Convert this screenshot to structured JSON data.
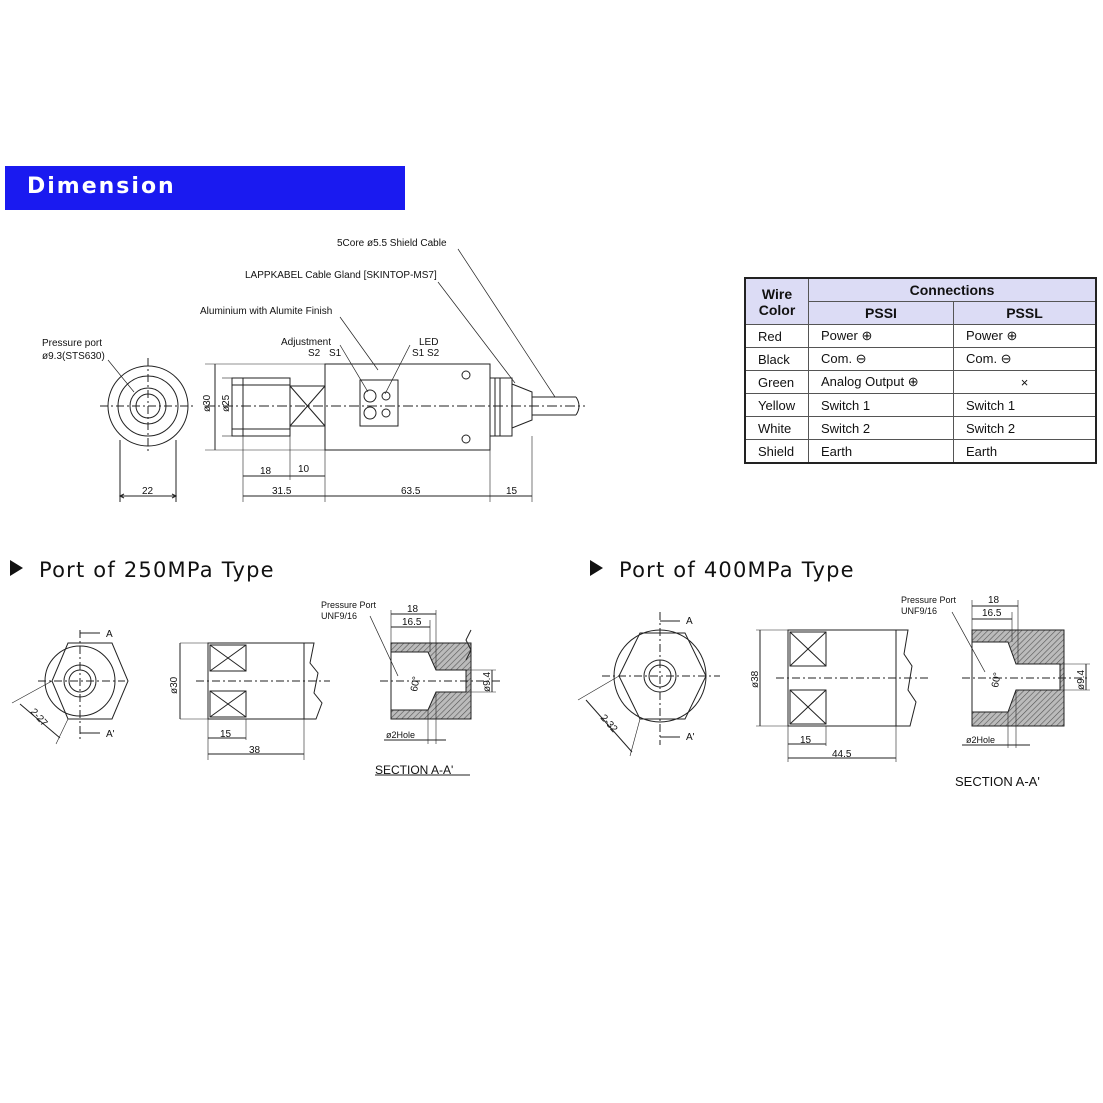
{
  "banner": {
    "title": "Dimension"
  },
  "main_drawing": {
    "labels": {
      "cable": "5Core ø5.5 Shield Cable",
      "gland": "LAPPKABEL Cable Gland [SKINTOP-MS7]",
      "body": "Aluminium with Alumite Finish",
      "adjustment": "Adjustment",
      "adjustment_s2": "S2",
      "adjustment_s1": "S1",
      "led": "LED",
      "led_s1s2": "S1 S2",
      "pressure_port": "Pressure port",
      "pressure_port_spec": "ø9.3(STS630)"
    },
    "dims": {
      "d30": "ø30",
      "d25": "ø25",
      "w22": "22",
      "w18": "18",
      "w10": "10",
      "w31_5": "31.5",
      "w63_5": "63.5",
      "w15": "15"
    }
  },
  "wire_table": {
    "header_col1": "Wire Color",
    "header_group": "Connections",
    "header_pssi": "PSSI",
    "header_pssl": "PSSL",
    "rows": [
      {
        "color": "Red",
        "pssi": "Power ⊕",
        "pssl": "Power ⊕"
      },
      {
        "color": "Black",
        "pssi": "Com. ⊖",
        "pssl": "Com. ⊖"
      },
      {
        "color": "Green",
        "pssi": "Analog Output ⊕",
        "pssl": "×"
      },
      {
        "color": "Yellow",
        "pssi": "Switch 1",
        "pssl": "Switch 1"
      },
      {
        "color": "White",
        "pssi": "Switch 2",
        "pssl": "Switch 2"
      },
      {
        "color": "Shield",
        "pssi": "Earth",
        "pssl": "Earth"
      }
    ]
  },
  "port250": {
    "heading": "Port of 250MPa Type",
    "section_label": "SECTION A-A'",
    "a_label": "A",
    "a_prime_label": "A'",
    "hex_dim": "2-27",
    "dia_dim": "ø30",
    "len_15": "15",
    "len_38": "38",
    "pressure_port": "Pressure Port",
    "thread": "UNF9/16",
    "dim_18": "18",
    "dim_16_5": "16.5",
    "angle": "60°",
    "bore": "ø9.4",
    "hole": "ø2Hole"
  },
  "port400": {
    "heading": "Port of 400MPa Type",
    "section_label": "SECTION A-A'",
    "a_label": "A",
    "a_prime_label": "A'",
    "hex_dim": "2-32",
    "dia_dim": "ø38",
    "len_15": "15",
    "len_44_5": "44.5",
    "pressure_port": "Pressure Port",
    "thread": "UNF9/16",
    "dim_18": "18",
    "dim_16_5": "16.5",
    "angle": "60°",
    "bore": "ø9.4",
    "hole": "ø2Hole"
  },
  "colors": {
    "banner": "#1a1af0",
    "table_header": "#dcdcf5",
    "line": "#222222"
  }
}
